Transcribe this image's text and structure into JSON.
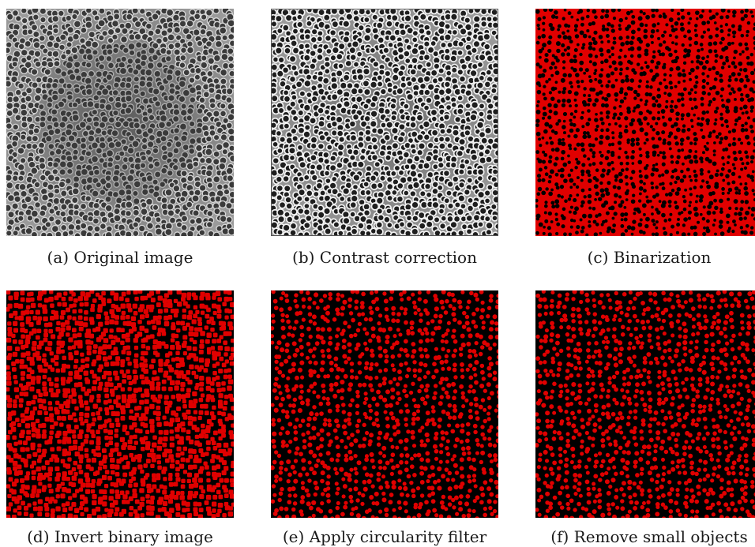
{
  "figure": {
    "panels": [
      {
        "id": "a",
        "caption": "(a) Original image",
        "style": "gray-original"
      },
      {
        "id": "b",
        "caption": "(b) Contrast correction",
        "style": "gray-contrast"
      },
      {
        "id": "c",
        "caption": "(c) Binarization",
        "style": "red-binary"
      },
      {
        "id": "d",
        "caption": "(d) Invert binary image",
        "style": "red-inverted"
      },
      {
        "id": "e",
        "caption": "(e) Apply circularity filter",
        "style": "red-dots"
      },
      {
        "id": "f",
        "caption": "(f) Remove small objects",
        "style": "red-dots"
      }
    ]
  },
  "colors": {
    "red": "#e00000",
    "black": "#000000",
    "gray_background": "#9a9a9a",
    "white": "#ffffff"
  }
}
